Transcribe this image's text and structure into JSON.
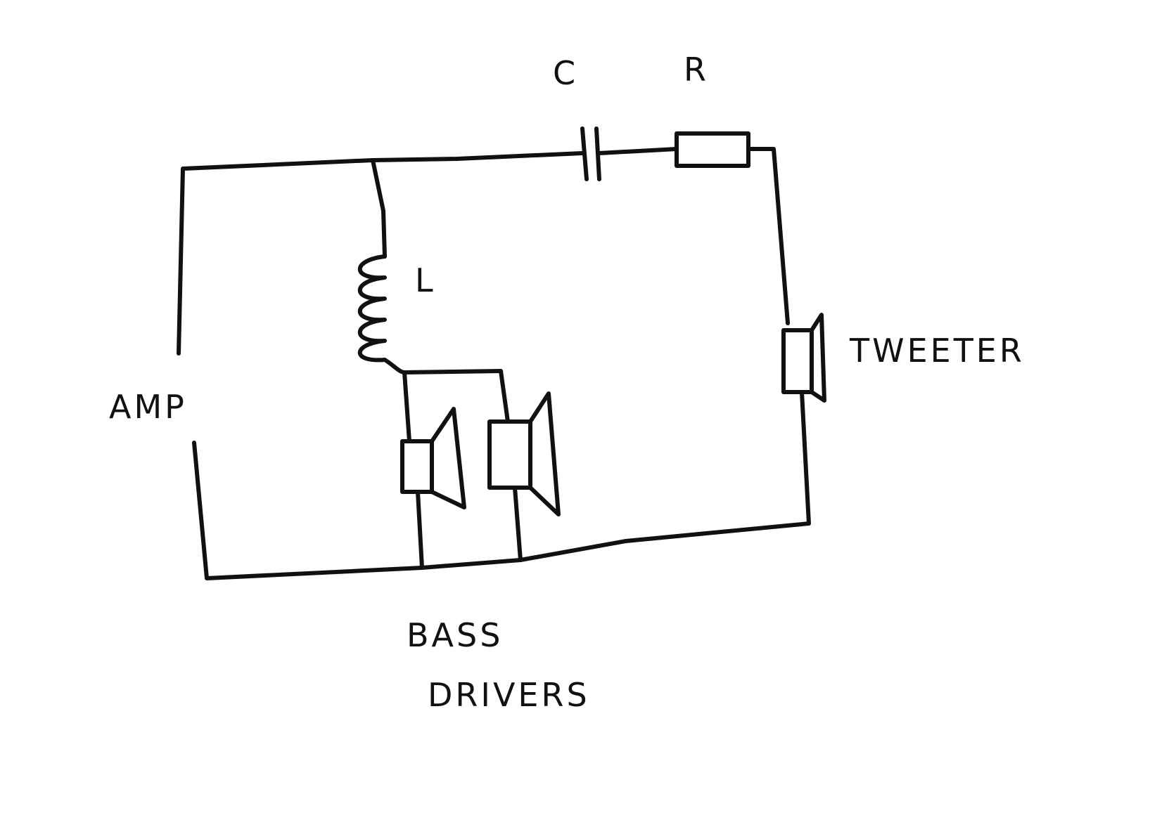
{
  "labels": {
    "capacitor": "C",
    "resistor": "R",
    "inductor": "L",
    "amp": "AMP",
    "tweeter": "TWEETER",
    "bass_line1": "BASS",
    "bass_line2": "DRIVERS"
  },
  "colors": {
    "ink": "#111111",
    "paper": "#ffffff"
  }
}
